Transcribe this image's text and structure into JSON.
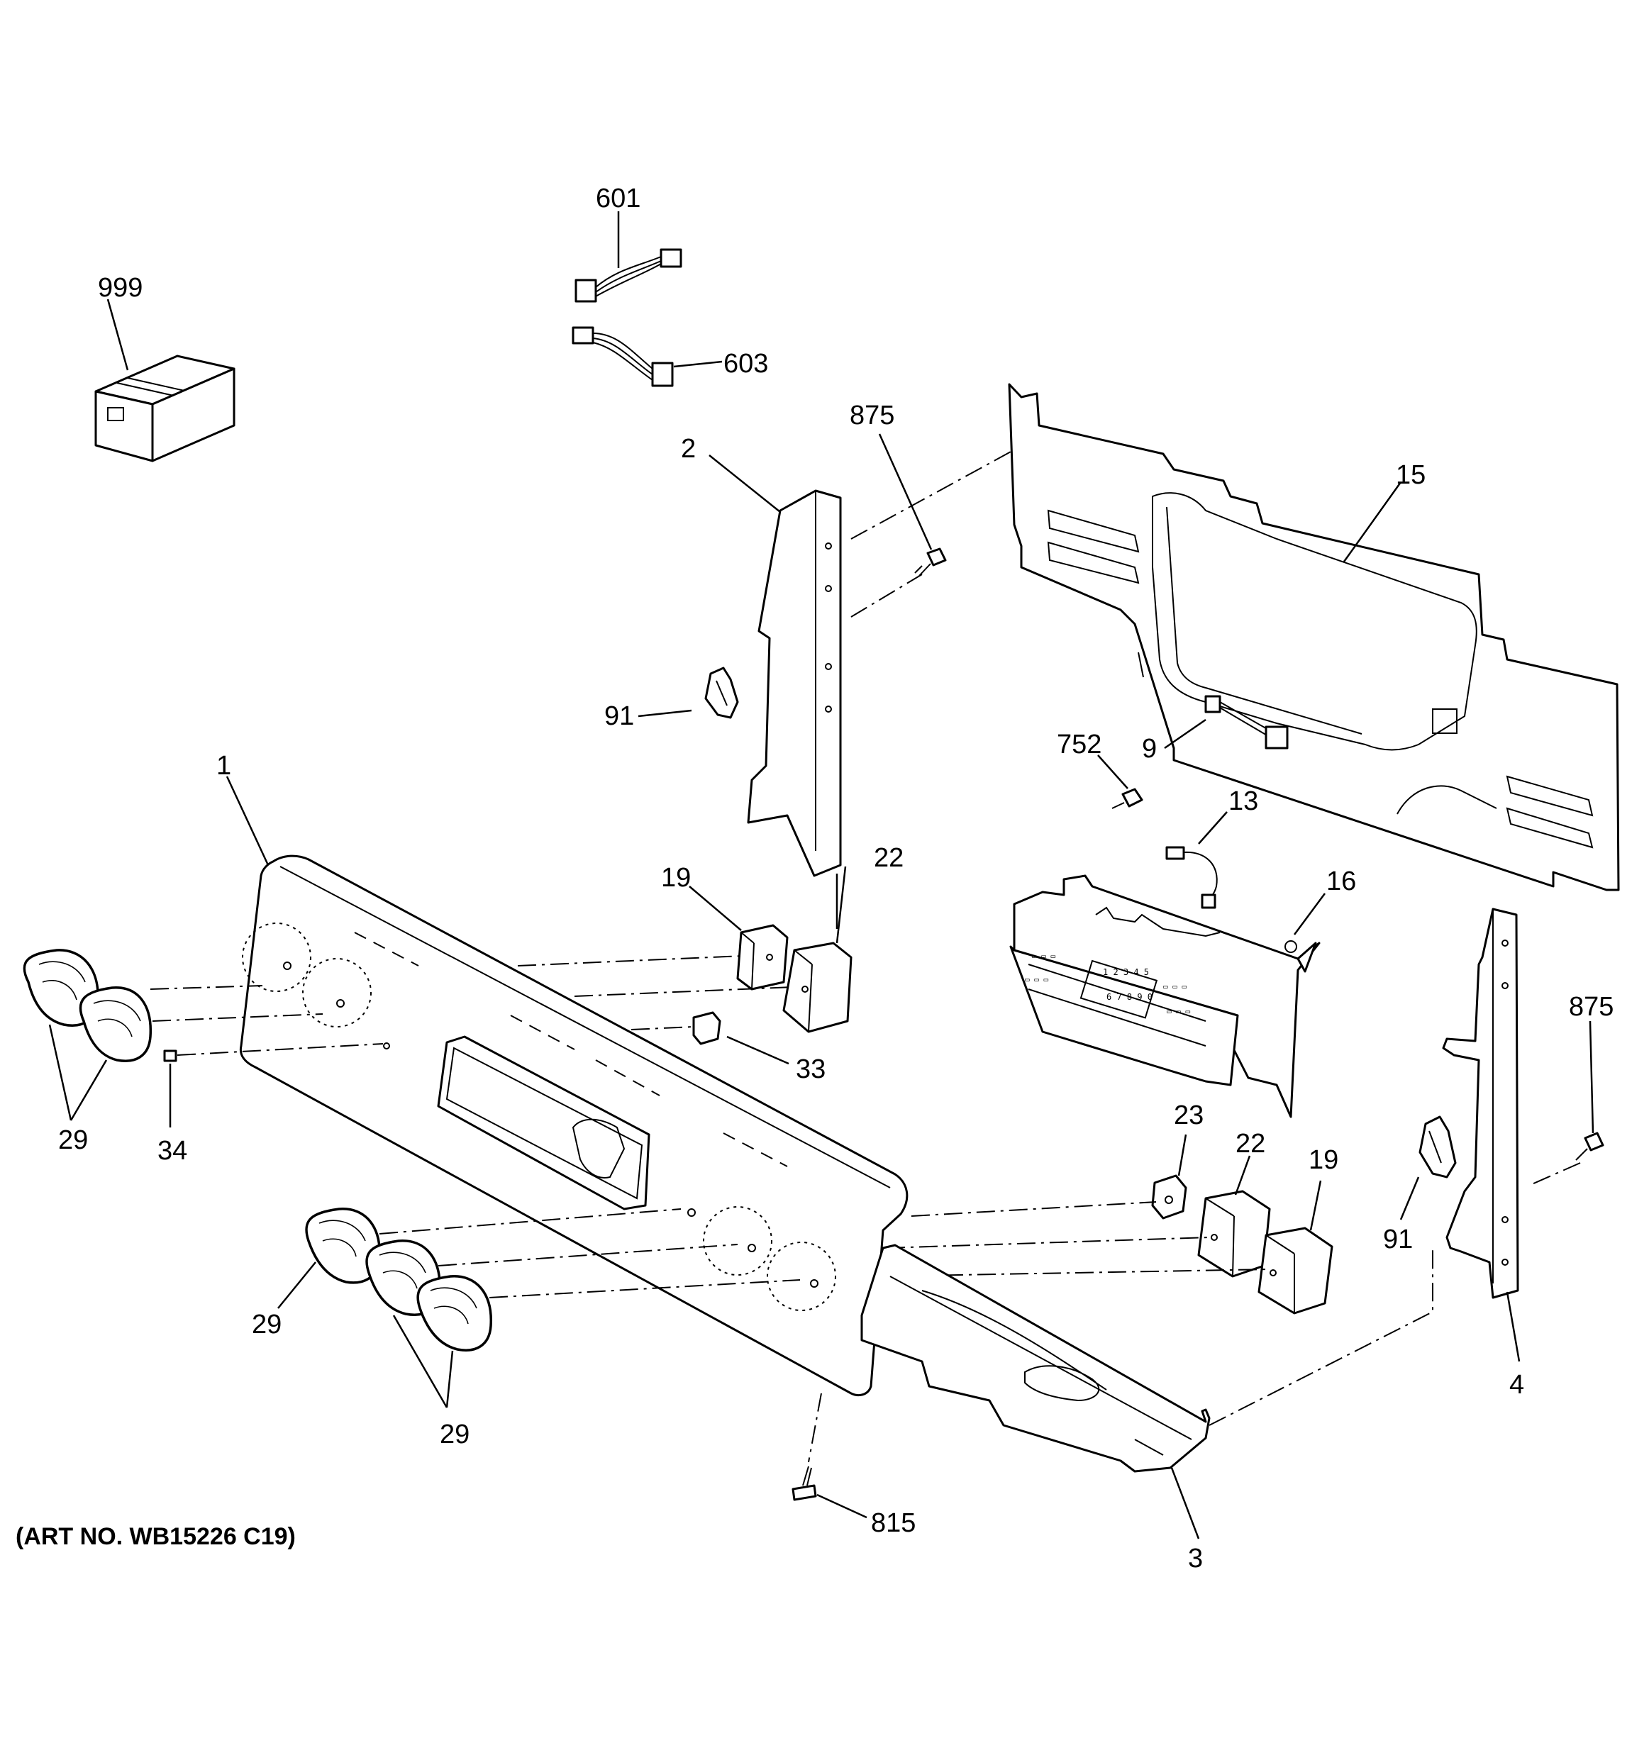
{
  "art_number": "(ART NO. WB15226 C19)",
  "callouts": {
    "c999": "999",
    "c601": "601",
    "c603": "603",
    "c875_top": "875",
    "c2": "2",
    "c15": "15",
    "c91_top": "91",
    "c9": "9",
    "c752": "752",
    "c13": "13",
    "c16": "16",
    "c1": "1",
    "c19_left": "19",
    "c22_left": "22",
    "c33": "33",
    "c29_left": "29",
    "c34": "34",
    "c875_right": "875",
    "c23": "23",
    "c22_right": "22",
    "c19_right": "19",
    "c91_right": "91",
    "c29_mid": "29",
    "c29_bottom": "29",
    "c4": "4",
    "c815": "815",
    "c3": "3"
  }
}
